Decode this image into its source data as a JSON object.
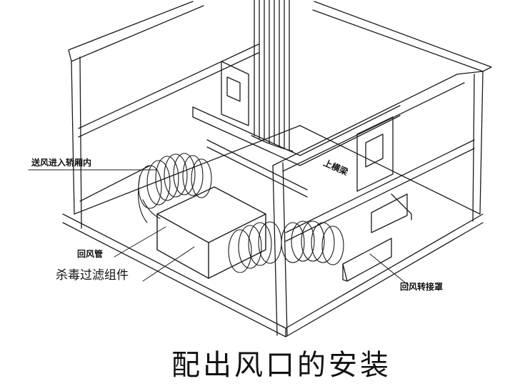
{
  "labels": {
    "supply_air": "送风进入轿厢内",
    "upper_beam": "上横梁",
    "return_pipe": "回风管",
    "filter_unit": "杀毒过滤组件",
    "return_adapter": "回风转接罩"
  },
  "caption": "配出风口的安装",
  "colors": {
    "line": "#1a1a1a",
    "background": "#ffffff"
  }
}
